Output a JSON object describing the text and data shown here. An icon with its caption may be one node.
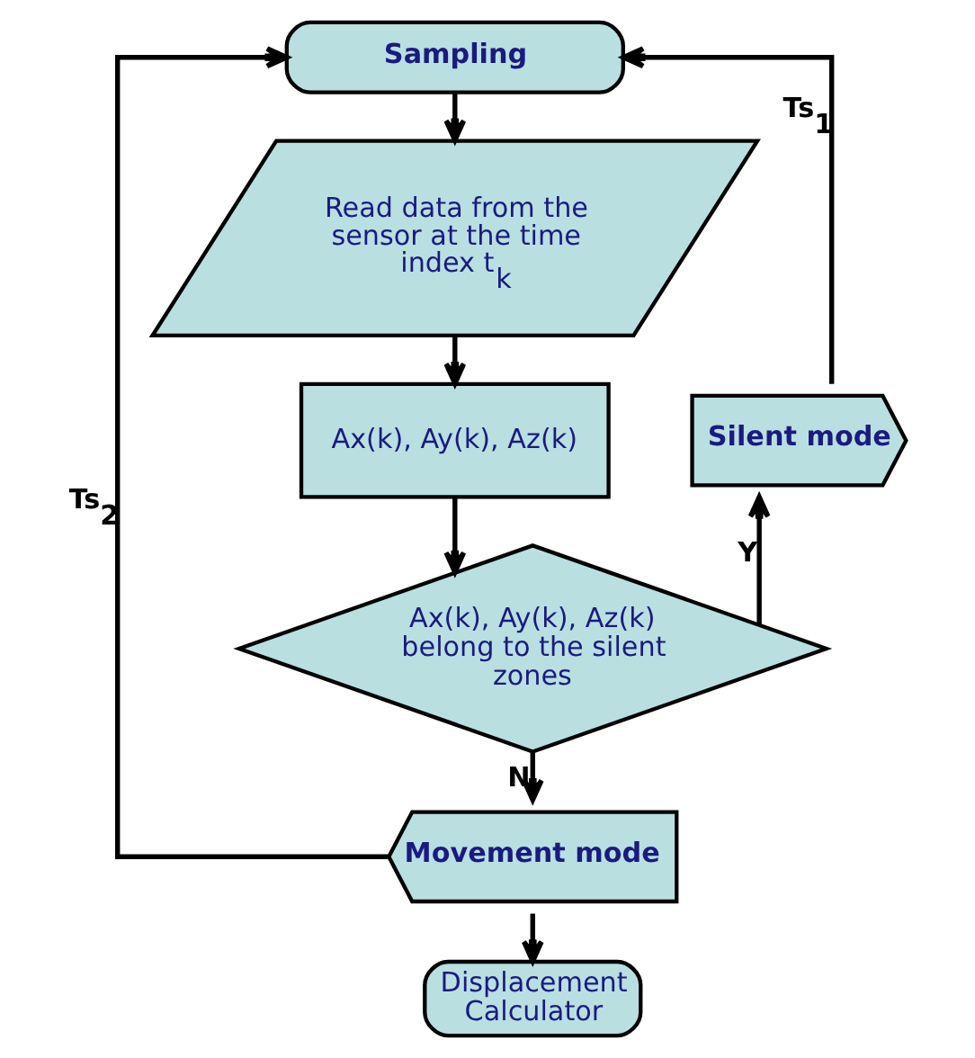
{
  "diagram": {
    "nodes": [
      {
        "text": [
          "Sampling"
        ]
      },
      {
        "text": [
          "Read data from the sensor at the time index t$_{k}$"
        ]
      },
      {
        "text": [
          "Ax(k), Ay(k), Az(k)"
        ]
      },
      {
        "text": [
          "Ax(k), Ay(k), Az(k) belong to the silent zones"
        ]
      },
      {
        "text": [
          "Silent mode"
        ]
      },
      {
        "text": [
          "Movement mode"
        ]
      },
      {
        "text": [
          "Displacement Calculator"
        ]
      }
    ],
    "edges": [
      {
        "from": 0,
        "to": 1,
        "arrow": "to"
      },
      {
        "from": 1,
        "to": 2,
        "arrow": "to"
      },
      {
        "from": 2,
        "to": 3,
        "arrow": "to"
      },
      {
        "from": 3,
        "to": 4,
        "arrow": "to",
        "label": "Y"
      },
      {
        "from": 4,
        "to": 0,
        "arrow": "to",
        "label": "Ts$_{1}$"
      },
      {
        "from": 3,
        "to": 5,
        "arrow": "to",
        "label": "N"
      },
      {
        "from": 5,
        "to": 0,
        "arrow": "to",
        "label": "Ts$_{2}$"
      },
      {
        "from": 5,
        "to": 6,
        "arrow": "to"
      }
    ]
  }
}
